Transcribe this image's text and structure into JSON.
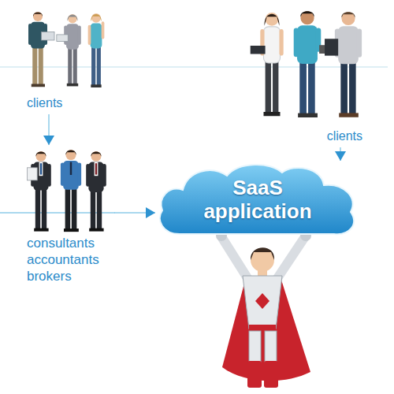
{
  "diagram": {
    "nodes": [
      {
        "text": [
          "clients"
        ]
      },
      {
        "text": [
          "consultants accountants brokers"
        ]
      },
      {
        "text": [
          "clients"
        ]
      },
      {
        "text": [
          "SaaS application"
        ]
      }
    ],
    "edges": [
      {
        "from": 0,
        "to": 1,
        "arrow": "to"
      },
      {
        "from": 1,
        "to": 3,
        "arrow": "to"
      },
      {
        "from": 2,
        "to": 3,
        "arrow": "to"
      }
    ]
  }
}
